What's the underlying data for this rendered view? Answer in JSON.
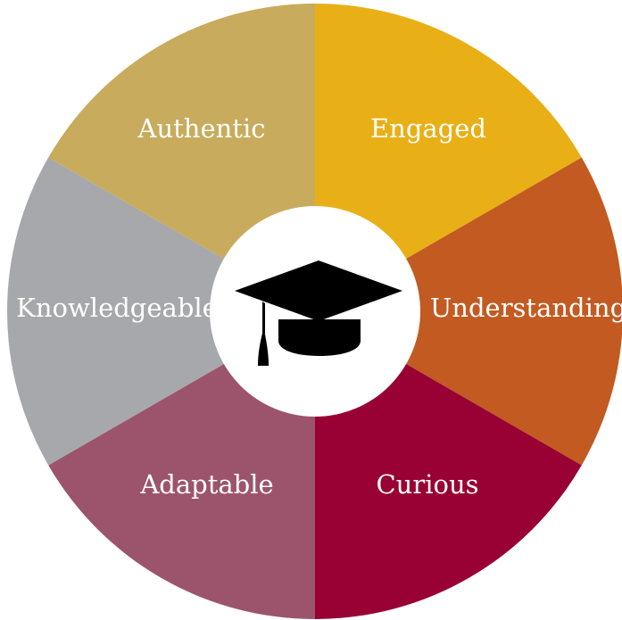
{
  "segments": [
    {
      "label": "Engaged",
      "color": "#E9AF16"
    },
    {
      "label": "Understanding",
      "color": "#C25A21"
    },
    {
      "label": "Curious",
      "color": "#990033"
    },
    {
      "label": "Adaptable",
      "color": "#9C546C"
    },
    {
      "label": "Knowledgeable",
      "color": "#A7A8AC"
    },
    {
      "label": "Authentic",
      "color": "#C8AB5C"
    }
  ],
  "center": {
    "icon": "graduation-cap-icon",
    "background": "#FFFFFF",
    "icon_color": "#000000"
  }
}
